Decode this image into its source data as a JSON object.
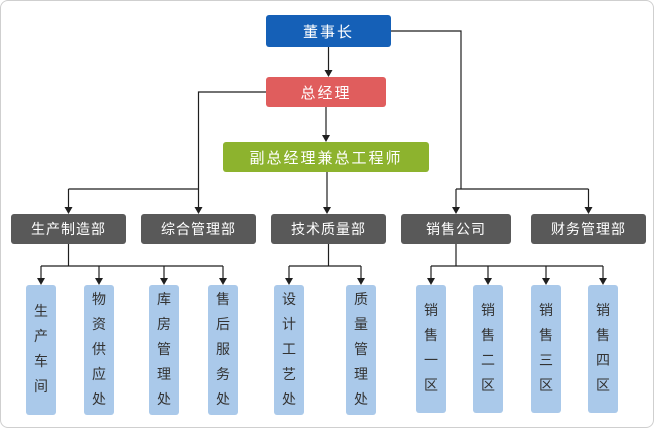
{
  "org": {
    "chairman": {
      "label": "董事长"
    },
    "general_manager": {
      "label": "总经理"
    },
    "deputy_gm": {
      "label": "副总经理兼总工程师"
    },
    "departments": [
      {
        "label": "生产制造部"
      },
      {
        "label": "综合管理部"
      },
      {
        "label": "技术质量部"
      },
      {
        "label": "销售公司"
      },
      {
        "label": "财务管理部"
      }
    ],
    "units": [
      {
        "label": "生产车间",
        "parent": "生产制造部"
      },
      {
        "label": "物资供应处",
        "parent": "生产制造部"
      },
      {
        "label": "库房管理处",
        "parent": "生产制造部"
      },
      {
        "label": "售后服务处",
        "parent": "生产制造部"
      },
      {
        "label": "设计工艺处",
        "parent": "技术质量部"
      },
      {
        "label": "质量管理处",
        "parent": "技术质量部"
      },
      {
        "label": "销售一区",
        "parent": "销售公司"
      },
      {
        "label": "销售二区",
        "parent": "销售公司"
      },
      {
        "label": "销售三区",
        "parent": "销售公司"
      },
      {
        "label": "销售四区",
        "parent": "销售公司"
      }
    ],
    "colors": {
      "chairman": "#1560b7",
      "general_manager": "#e05d5d",
      "deputy_gm": "#8db32e",
      "department": "#595959",
      "unit": "#aac9ea",
      "connector": "#1f1f1f"
    }
  }
}
